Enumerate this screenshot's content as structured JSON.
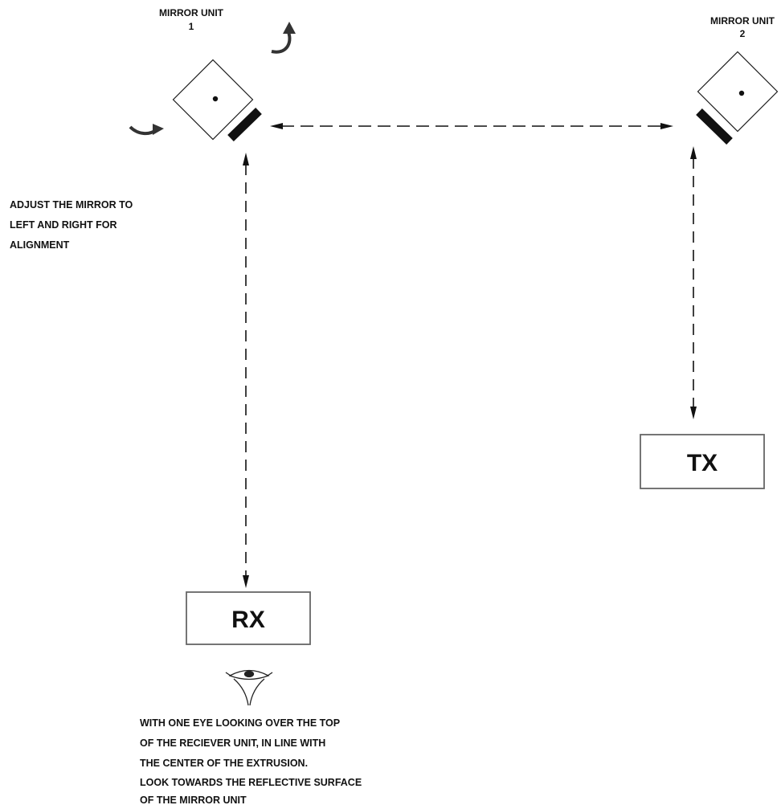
{
  "mirror_unit_1": {
    "title": "MIRROR UNIT",
    "number": "1"
  },
  "mirror_unit_2": {
    "title": "MIRROR UNIT",
    "number": "2"
  },
  "adjust_note": [
    "ADJUST THE MIRROR TO",
    "LEFT AND RIGHT FOR",
    "ALIGNMENT"
  ],
  "receiver_label": "RX",
  "transmitter_label": "TX",
  "eye_note": [
    "WITH ONE EYE LOOKING OVER  THE TOP",
    "OF THE RECIEVER UNIT, IN LINE WITH",
    "THE CENTER OF THE  EXTRUSION.",
    "LOOK TOWARDS THE REFLECTIVE SURFACE",
    "OF THE MIRROR  UNIT"
  ],
  "colors": {
    "ink": "#111111",
    "box_border": "#666666",
    "background": "#ffffff"
  },
  "icons": [
    "rotate-arrow-icon",
    "eye-icon",
    "arrowhead-icon"
  ]
}
